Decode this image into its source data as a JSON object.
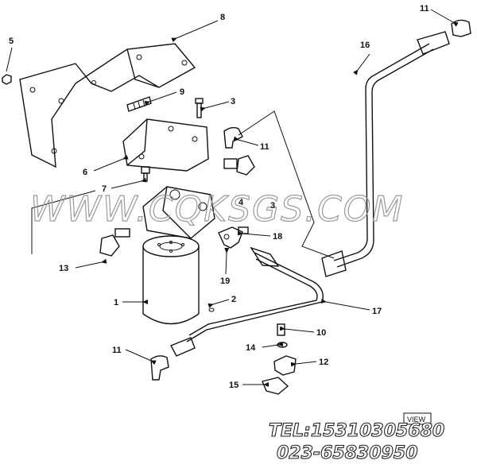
{
  "callouts": [
    "1",
    "2",
    "3",
    "3",
    "4",
    "5",
    "6",
    "7",
    "8",
    "9",
    "10",
    "11",
    "11",
    "11",
    "12",
    "13",
    "14",
    "15",
    "16",
    "17",
    "18",
    "19"
  ],
  "watermark": "WWW.CQKSGS.COM",
  "tel_line": "TEL:15310305680",
  "phone_line": "023-65830950",
  "view_tag": "VIEW"
}
